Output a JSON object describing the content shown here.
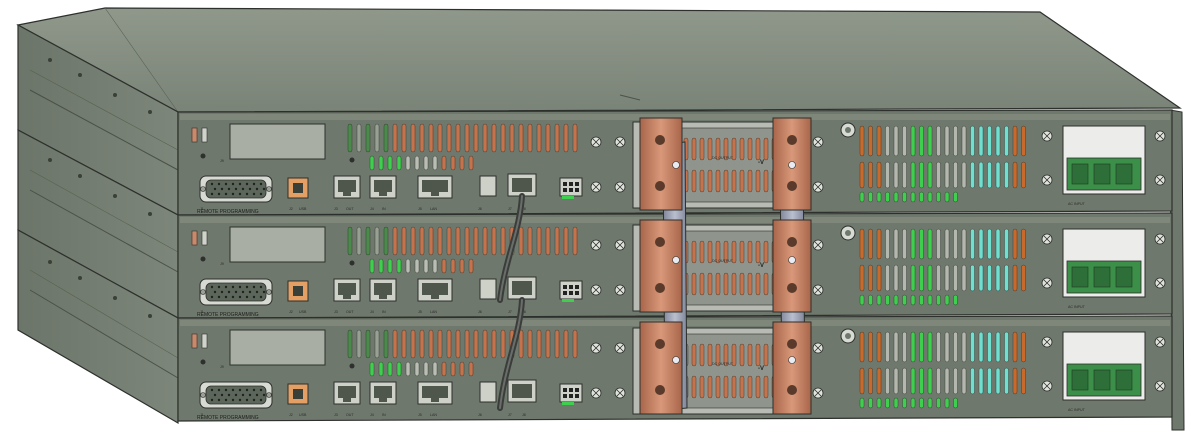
{
  "scene": {
    "description_colors": {
      "chassis": "#7b8478",
      "chassis_top": "#8a9387",
      "front_panel": "#6f786c",
      "copper": "#c98a6c",
      "busbar": "#9aa0b0",
      "green_led": "#3fcf4e",
      "orange_led": "#c86a2c",
      "cyan_led": "#6fe0d0"
    }
  },
  "units": [
    {
      "remote_label": "REMOTE PROGRAMMING",
      "j1": "J1",
      "j2": "J2",
      "usb": "USB",
      "j3": "J3",
      "out": "OUT",
      "j4": "J4",
      "in": "IN",
      "j5": "J5",
      "lan": "LAN",
      "j6": "J6",
      "j7": "J7",
      "j8": "J8",
      "j9": "J9",
      "plus_v": "+V",
      "minus_v": "-V",
      "dc_output": "DC OUTPUT",
      "ac_input": "AC INPUT"
    },
    {
      "remote_label": "REMOTE PROGRAMMING",
      "j1": "J1",
      "j2": "J2",
      "usb": "USB",
      "j3": "J3",
      "out": "OUT",
      "j4": "J4",
      "in": "IN",
      "j5": "J5",
      "lan": "LAN",
      "j6": "J6",
      "j7": "J7",
      "j8": "J8",
      "j9": "J9",
      "plus_v": "+V",
      "minus_v": "-V",
      "dc_output": "DC OUTPUT",
      "ac_input": "AC INPUT"
    },
    {
      "remote_label": "REMOTE PROGRAMMING",
      "j1": "J1",
      "j2": "J2",
      "usb": "USB",
      "j3": "J3",
      "out": "OUT",
      "j4": "J4",
      "in": "IN",
      "j5": "J5",
      "lan": "LAN",
      "j6": "J6",
      "j7": "J7",
      "j8": "J8",
      "j9": "J9",
      "plus_v": "+V",
      "minus_v": "-V",
      "dc_output": "DC OUTPUT",
      "ac_input": "AC INPUT"
    }
  ]
}
